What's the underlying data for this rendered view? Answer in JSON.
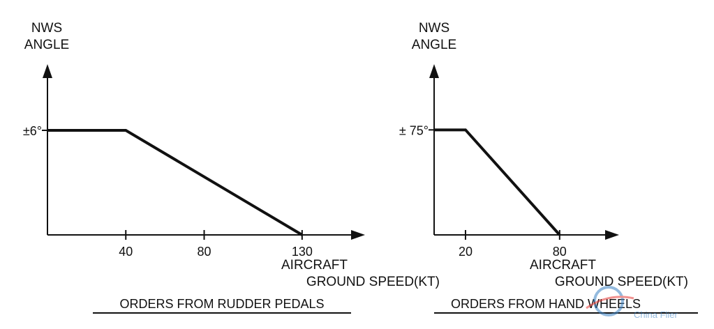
{
  "chart_data": [
    {
      "type": "line",
      "ylabel": [
        "NWS",
        "ANGLE"
      ],
      "xlabel": [
        "AIRCRAFT",
        "GROUND SPEED(KT)"
      ],
      "caption": "ORDERS FROM RUDDER PEDALS",
      "y_tick_label": "±6°",
      "x_ticks": [
        40,
        80,
        130
      ],
      "x": [
        0,
        40,
        130
      ],
      "y": [
        6,
        6,
        0
      ],
      "xlim": [
        0,
        155
      ],
      "ylim": [
        0,
        9
      ]
    },
    {
      "type": "line",
      "ylabel": [
        "NWS",
        "ANGLE"
      ],
      "xlabel": [
        "AIRCRAFT",
        "GROUND SPEED(KT)"
      ],
      "caption": "ORDERS FROM HAND WHEELS",
      "y_tick_label": "± 75°",
      "x_ticks": [
        20,
        80
      ],
      "x": [
        0,
        20,
        80
      ],
      "y": [
        75,
        75,
        0
      ],
      "xlim": [
        0,
        109
      ],
      "ylim": [
        0,
        112
      ]
    }
  ],
  "watermark": {
    "text": "China Flier"
  }
}
